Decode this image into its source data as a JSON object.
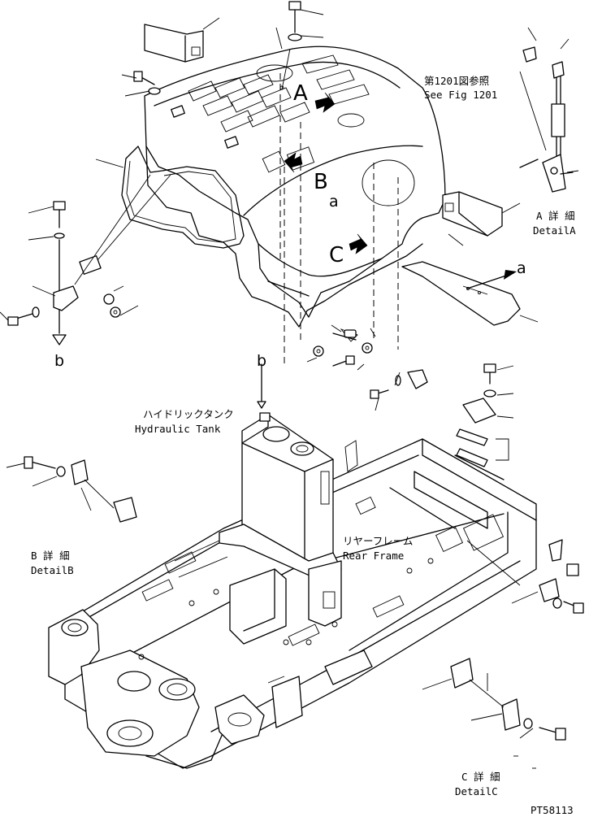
{
  "labels": {
    "see_fig_jp": "第1201図参照",
    "see_fig_en": "See Fig 1201",
    "detail_a_jp": "A 詳 細",
    "detail_a_en": "DetailA",
    "detail_b_jp": "B 詳 細",
    "detail_b_en": "DetailB",
    "detail_c_jp": "C 詳 細",
    "detail_c_en": "DetailC",
    "hydraulic_tank_jp": "ハイドリックタンク",
    "hydraulic_tank_en": "Hydraulic Tank",
    "rear_frame_jp": "リヤーフレーム",
    "rear_frame_en": "Rear Frame",
    "figure_code": "PT58113"
  },
  "callouts": {
    "A": "A",
    "B": "B",
    "C": "C",
    "a_mid": "a",
    "a_right": "a",
    "b_left": "b",
    "b_tank": "b"
  }
}
